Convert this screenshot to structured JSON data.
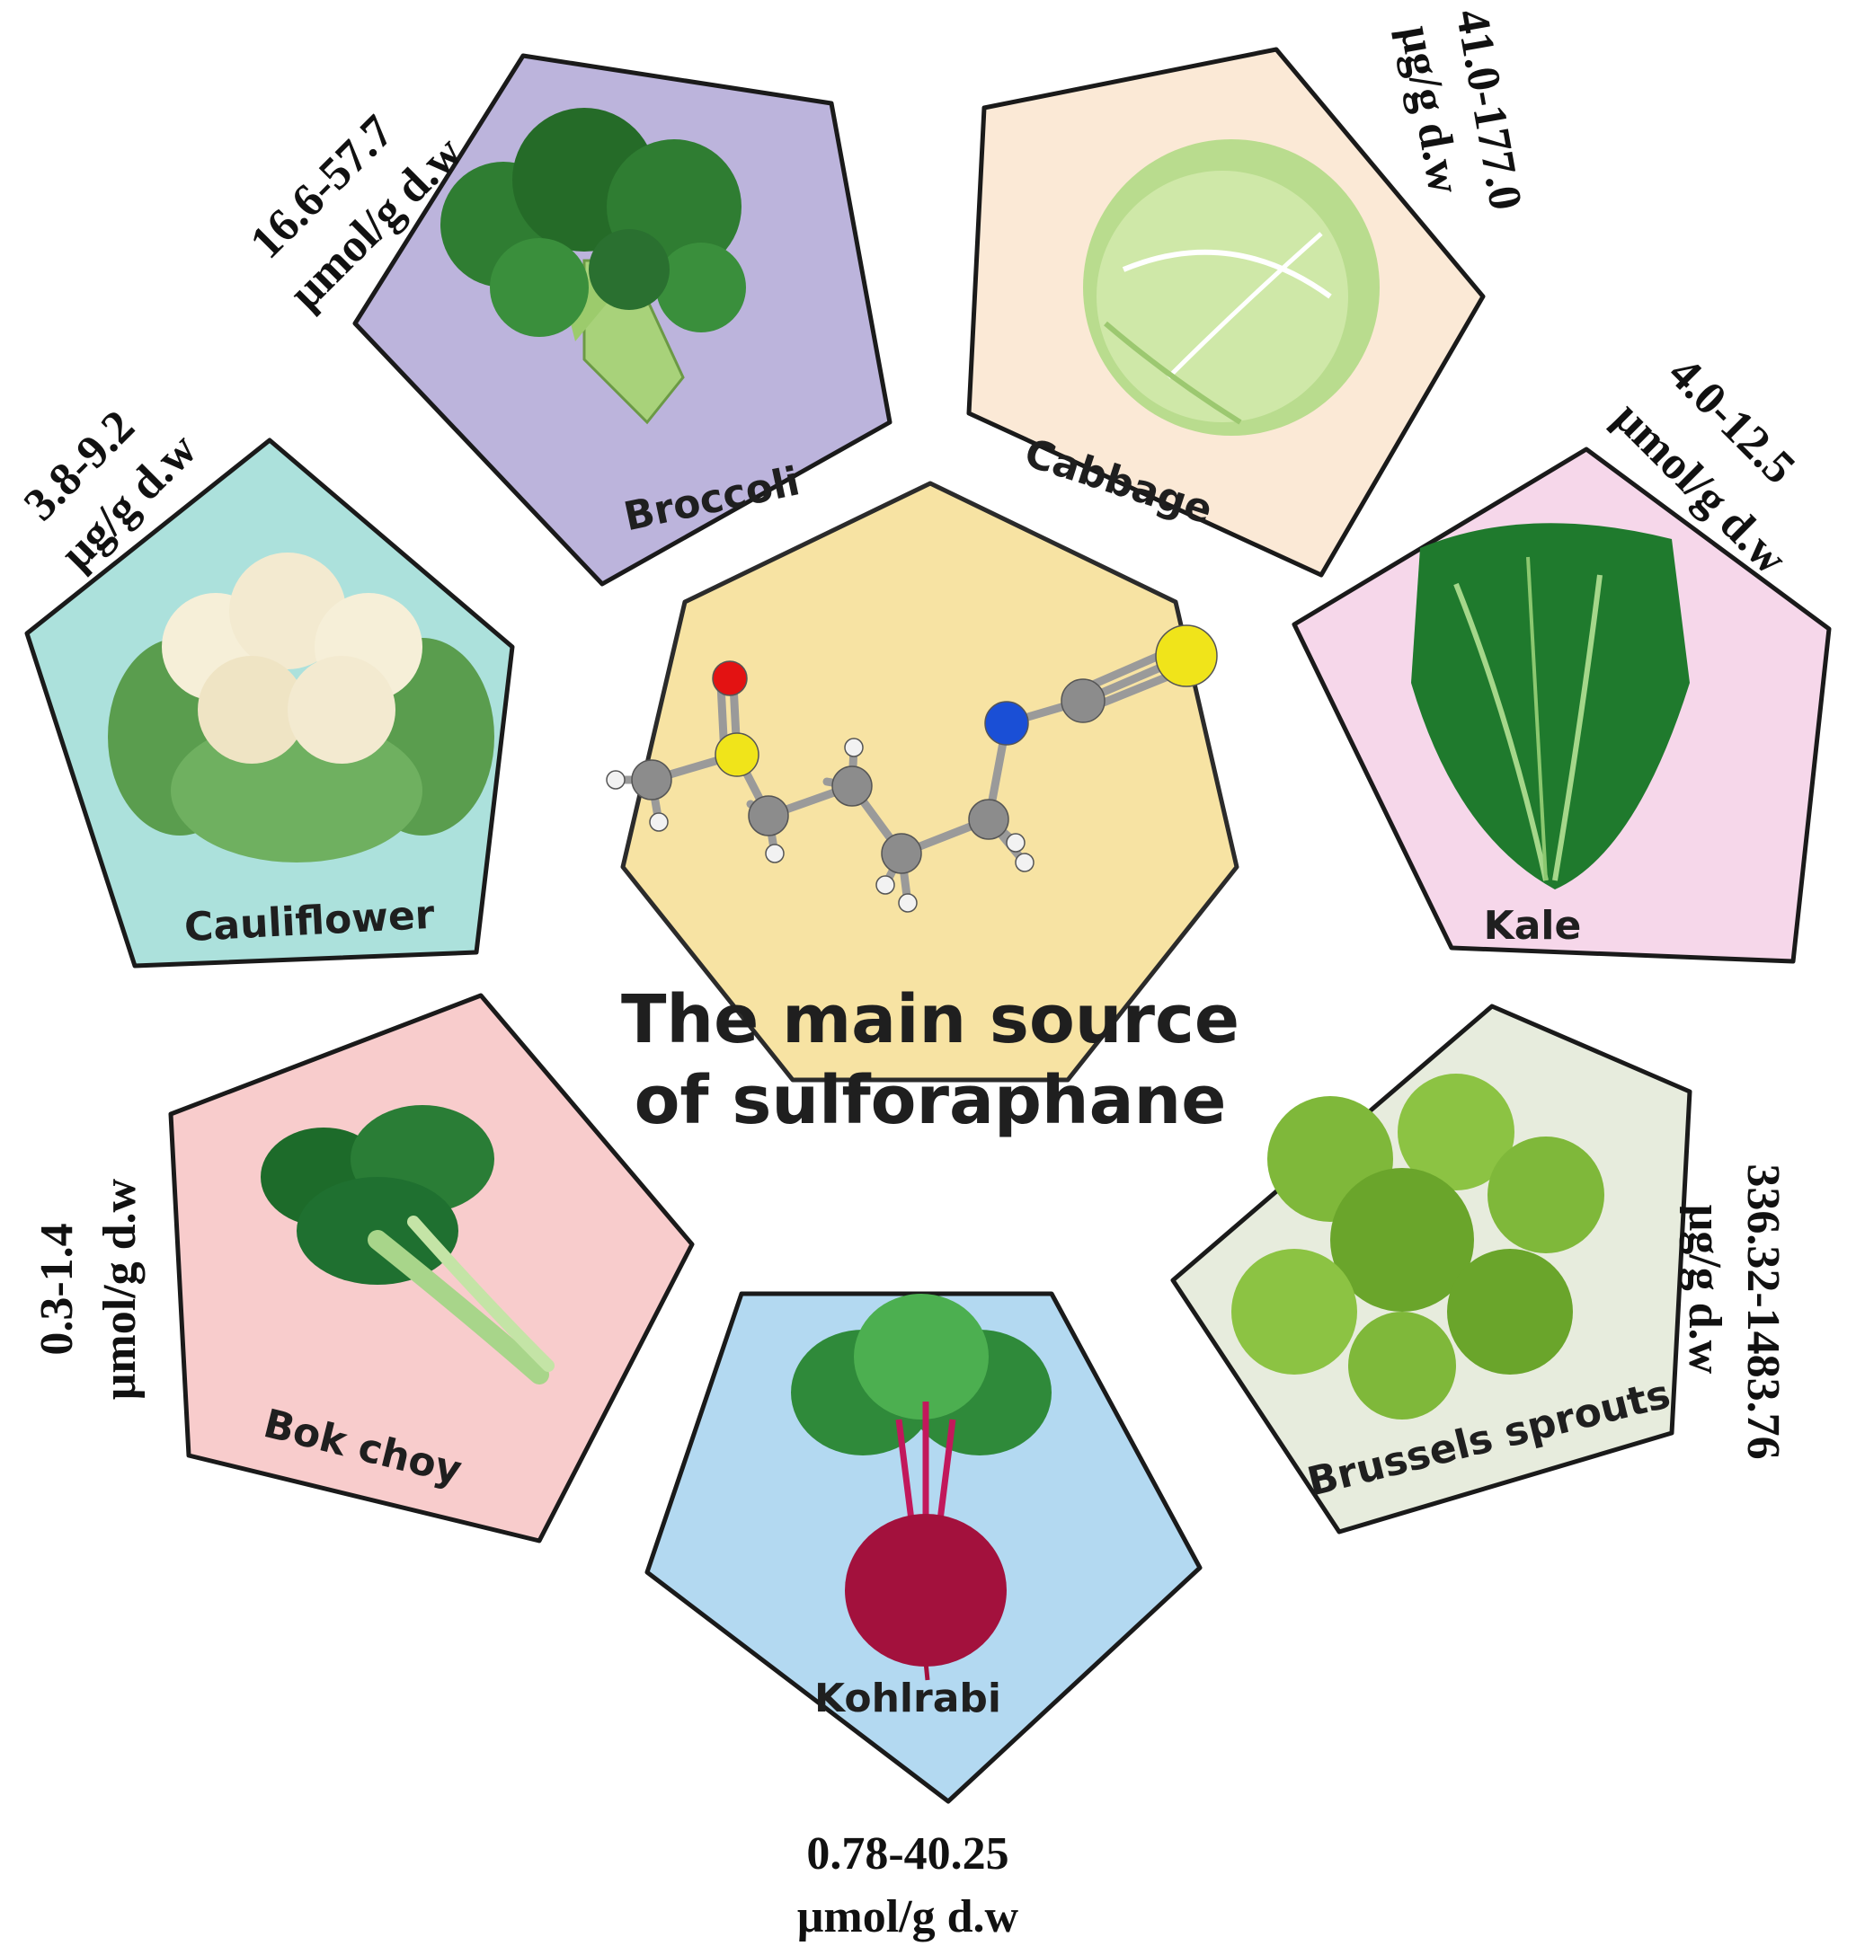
{
  "center": {
    "title_line1": "The main source",
    "title_line2": "of sulforaphane",
    "fill": "#f7e3a3"
  },
  "atom_colors": {
    "carbon": "#8c8c8c",
    "hydrogen": "#f2f2f2",
    "nitrogen": "#1a4fd6",
    "oxygen": "#e31212",
    "sulfur": "#f0e41a"
  },
  "vegetables": [
    {
      "id": "broccoli",
      "label": "Broccoli",
      "conc_line1": "16.6-57.7",
      "conc_line2": "μmol/g d.w",
      "fill": "#bcb4dc"
    },
    {
      "id": "cabbage",
      "label": "Cabbage",
      "conc_line1": "41.0-177.0",
      "conc_line2": "μg/g d.w",
      "fill": "#fbe9d6"
    },
    {
      "id": "kale",
      "label": "Kale",
      "conc_line1": "4.0-12.5",
      "conc_line2": "μmol/g d.w",
      "fill": "#f6d7ea"
    },
    {
      "id": "brussels",
      "label": "Brussels sprouts",
      "conc_line1": "336.32-1483.76",
      "conc_line2": "μg/g d.w",
      "fill": "#e7ecdd"
    },
    {
      "id": "kohlrabi",
      "label": "Kohlrabi",
      "conc_line1": "0.78-40.25",
      "conc_line2": "μmol/g d.w",
      "fill": "#b3d9f1"
    },
    {
      "id": "bokchoy",
      "label": "Bok choy",
      "conc_line1": "0.3-1.4",
      "conc_line2": "μmol/g d.w",
      "fill": "#f8cccc"
    },
    {
      "id": "cauliflower",
      "label": "Cauliflower",
      "conc_line1": "3.8-9.2",
      "conc_line2": "μg/g d.w",
      "fill": "#ace1dc"
    }
  ]
}
